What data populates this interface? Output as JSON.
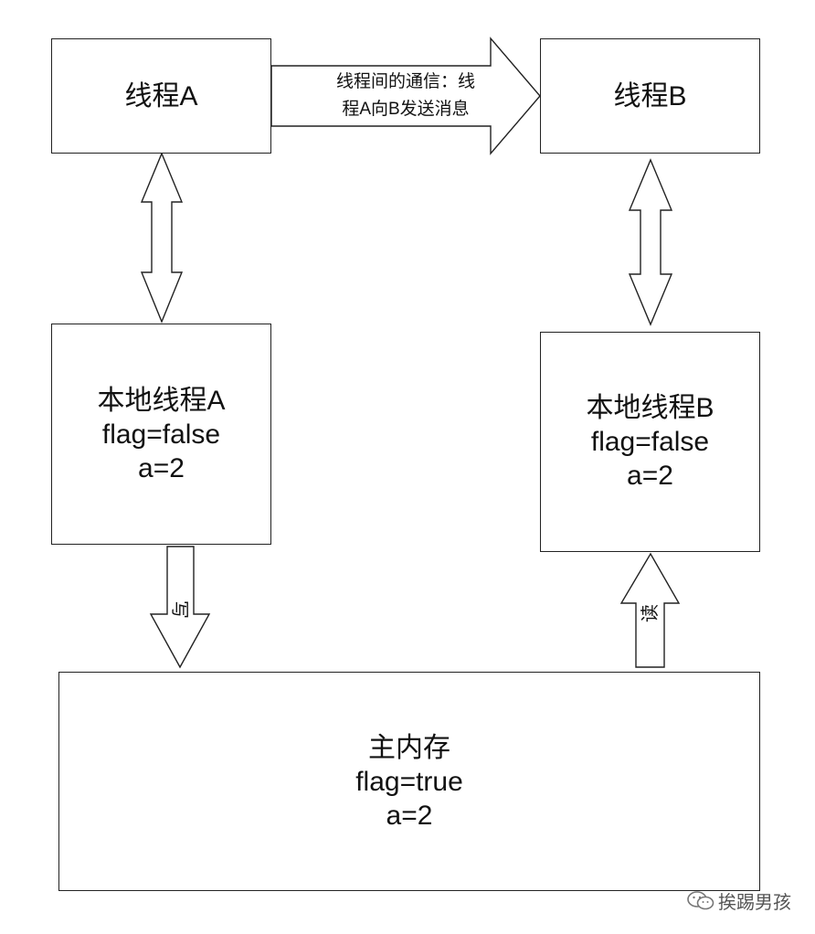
{
  "thread_a": {
    "label": "线程A"
  },
  "thread_b": {
    "label": "线程B"
  },
  "message_arrow": {
    "line1": "线程间的通信：线",
    "line2": "程A向B发送消息"
  },
  "local_a": {
    "title": "本地线程A",
    "flag": "flag=false",
    "value": "a=2"
  },
  "local_b": {
    "title": "本地线程B",
    "flag": "flag=false",
    "value": "a=2"
  },
  "main_memory": {
    "title": "主内存",
    "flag": "flag=true",
    "value": "a=2"
  },
  "write_arrow": {
    "label": "写"
  },
  "read_arrow": {
    "label": "读"
  },
  "watermark": {
    "text": "挨踢男孩",
    "icon": "wechat-icon"
  }
}
